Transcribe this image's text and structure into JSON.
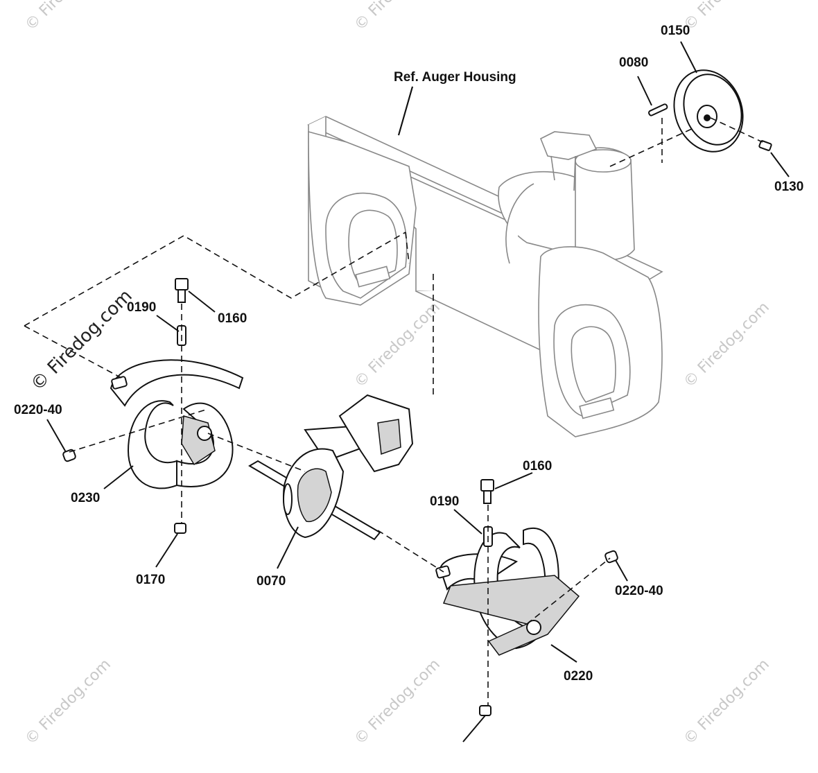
{
  "diagram": {
    "ref_label": "Ref. Auger Housing",
    "callouts": {
      "c0150": "0150",
      "c0080": "0080",
      "c0130": "0130",
      "c0190_a": "0190",
      "c0160_a": "0160",
      "c0220_40_a": "0220-40",
      "c0230": "0230",
      "c0170": "0170",
      "c0070": "0070",
      "c0160_b": "0160",
      "c0190_b": "0190",
      "c0220_40_b": "0220-40",
      "c0220": "0220"
    },
    "watermark": {
      "main": "© Firedog.com",
      "faint": "© Firedog.com"
    },
    "colors": {
      "line": "#111111",
      "housing": "#888888",
      "watermark": "#c8c8c8"
    }
  }
}
